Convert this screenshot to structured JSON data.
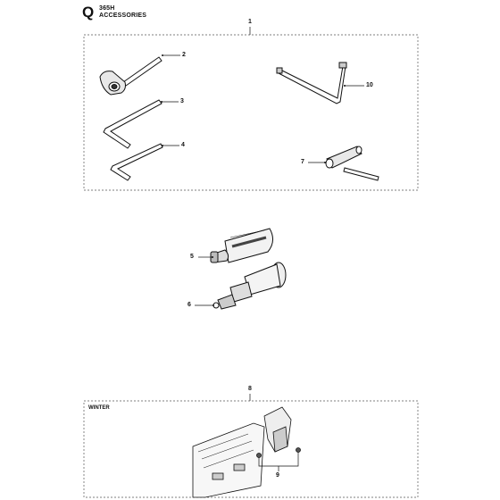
{
  "header": {
    "section_letter": "Q",
    "model": "365H",
    "category": "ACCESSORIES"
  },
  "callouts": {
    "c1": "1",
    "c2": "2",
    "c3": "3",
    "c4": "4",
    "c5": "5",
    "c6": "6",
    "c7": "7",
    "c8": "8",
    "c9": "9",
    "c10": "10"
  },
  "winter_box": {
    "label": "WINTER"
  }
}
